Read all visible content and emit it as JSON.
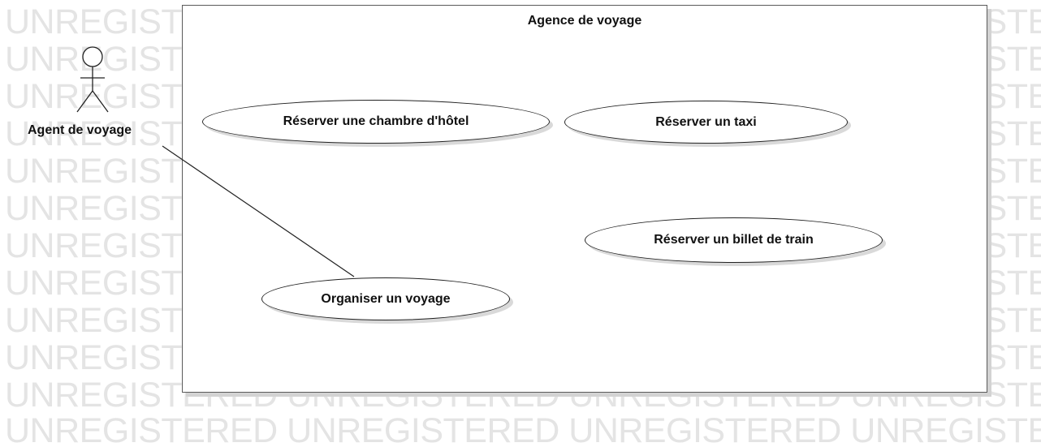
{
  "watermark": {
    "text": "UNREGISTERED"
  },
  "system": {
    "title": "Agence de voyage"
  },
  "actor": {
    "label": "Agent de voyage"
  },
  "use_cases": [
    {
      "label": "Réserver une chambre d'hôtel"
    },
    {
      "label": "Réserver un taxi"
    },
    {
      "label": "Réserver un billet de train"
    },
    {
      "label": "Organiser un voyage"
    }
  ],
  "colors": {
    "boundary_stroke": "#5a5a5a",
    "shadow": "#d3d3d3",
    "watermark": "#e4e4e4",
    "text": "#111111"
  }
}
